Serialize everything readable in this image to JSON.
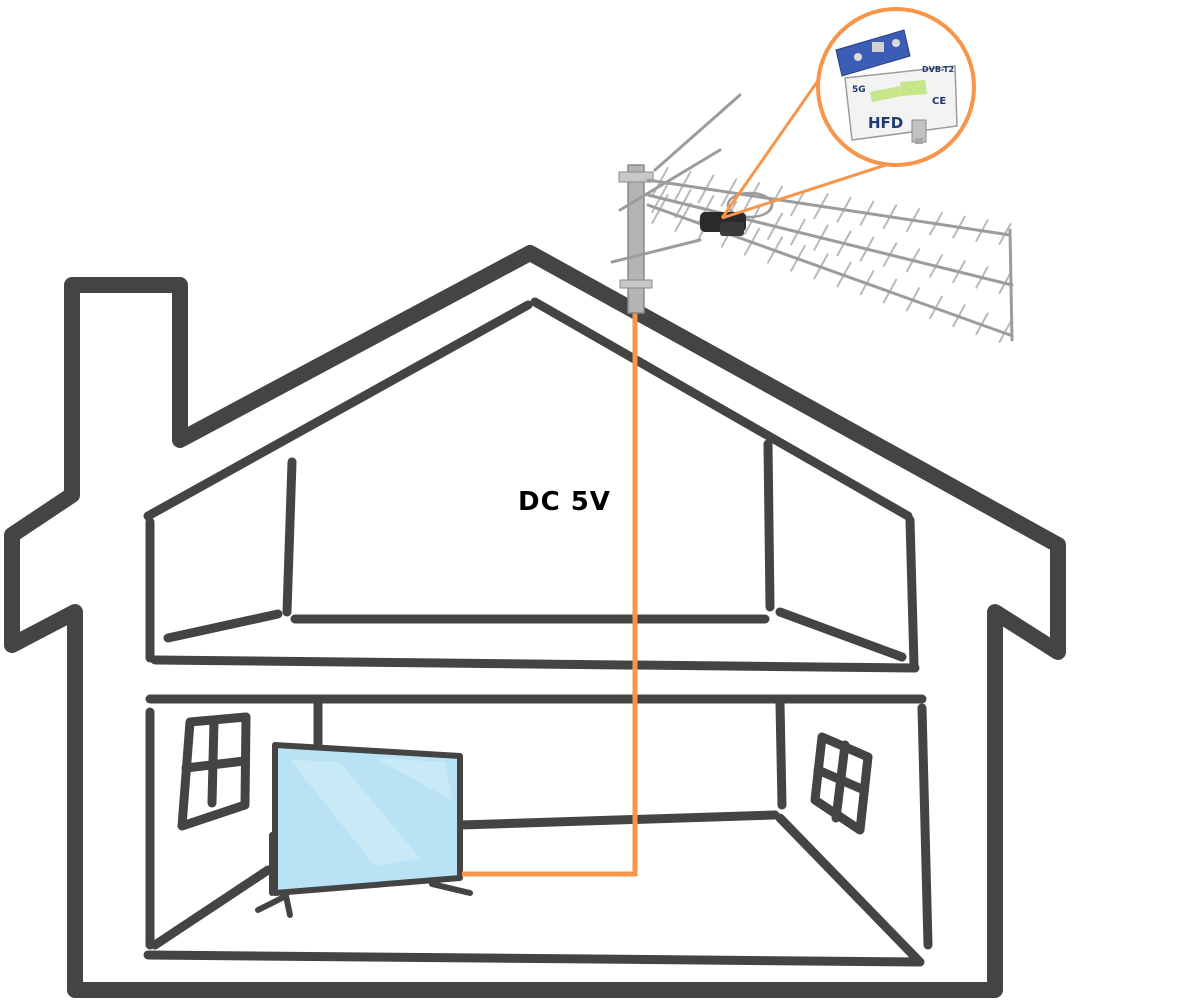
{
  "diagram": {
    "cable_label": "DC 5V",
    "module_labels": {
      "band": "5G",
      "brand_logo": "HFD",
      "tv_logo": "DVB-T2",
      "ce_mark": "CE"
    },
    "colors": {
      "wall": "#444444",
      "cable": "#f7954b",
      "antenna": "#9c9c9c",
      "tv_screen": "#b9e3f4",
      "module_board": "#3c5db5"
    }
  }
}
